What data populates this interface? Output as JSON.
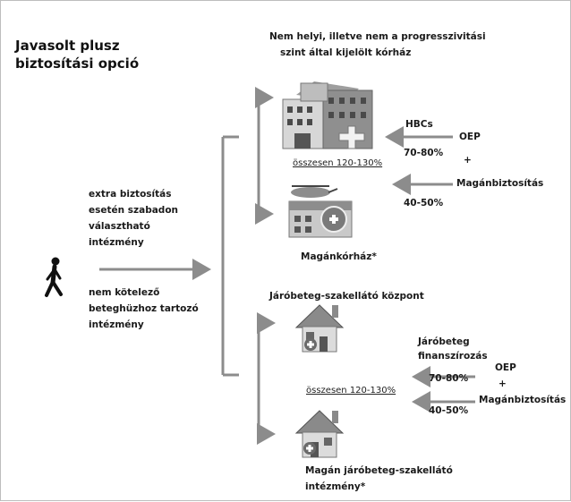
{
  "title_lines": [
    "Javasolt plusz",
    "biztosítási opció"
  ],
  "top_caption_lines": [
    "Nem helyi, illetve nem a progresszivitási",
    "szint által kijelölt kórház"
  ],
  "left_top_lines": [
    "extra biztosítás",
    "esetén szabadon",
    "választható",
    "intézmény"
  ],
  "left_bottom_lines": [
    "nem kötelező",
    "beteghüzhoz tartozó",
    "intézmény"
  ],
  "hospital": {
    "hbcs": "HBCs",
    "oep": "OEP",
    "plus": "+",
    "pct_top": "70-80%",
    "total": "összesen 120-130%",
    "private_ins": "Magánbiztosítás",
    "pct_bottom": "40-50%",
    "private_hospital": "Magánkórház*"
  },
  "outpatient": {
    "center_label": "Járóbeteg-szakellátó központ",
    "finance_lines": [
      "Járóbeteg",
      "finanszírozás"
    ],
    "oep": "OEP",
    "plus": "+",
    "pct_top": "70-80%",
    "total": "összesen 120-130%",
    "private_ins": "Magánbiztosítás",
    "pct_bottom": "40-50%",
    "private_center_lines": [
      "Magán járóbeteg-szakellátó",
      "intézmény*"
    ]
  },
  "icons": [
    "walking-person-icon",
    "hospital-building-icon",
    "private-hospital-icon",
    "outpatient-house-icon",
    "private-outpatient-house-icon"
  ],
  "colors": {
    "arrow": "#8c8c8c",
    "text": "#1a1a1a",
    "border": "#bdbdbd"
  }
}
